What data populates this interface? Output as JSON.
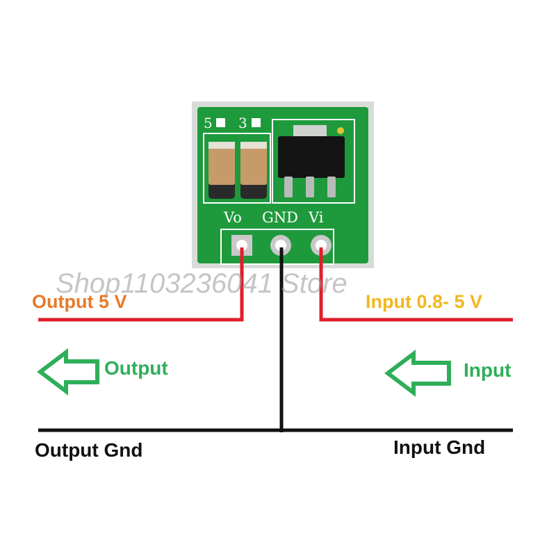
{
  "watermark": "Shop1103236041 Store",
  "board": {
    "pin_labels": [
      "Vo",
      "GND",
      "Vi"
    ],
    "jumper_labels": [
      "5",
      "3"
    ]
  },
  "labels": {
    "output_voltage": "Output 5 V",
    "input_voltage": "Input 0.8- 5 V",
    "output_arrow": "Output",
    "input_arrow": "Input",
    "output_gnd": "Output Gnd",
    "input_gnd": "Input Gnd"
  },
  "colors": {
    "pcb": "#1e9a3c",
    "wire_signal": "#e01e2a",
    "wire_ground": "#111111",
    "arrow": "#2fae5a",
    "output_label": "#e8792a",
    "input_label": "#f2b71f",
    "gnd_label": "#111111"
  }
}
